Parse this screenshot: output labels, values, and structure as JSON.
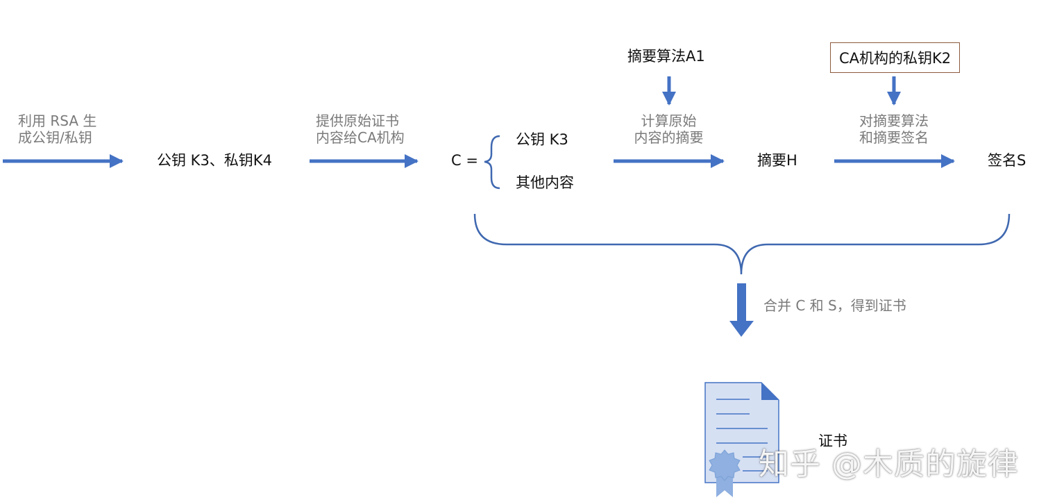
{
  "labels": {
    "gen_caption_line1": "利用 RSA 生",
    "gen_caption_line2": "成公钥/私钥",
    "keys": "公钥 K3、私钥K4",
    "provide_line1": "提供原始证书",
    "provide_line2": "内容给CA机构",
    "c_equals": "C =",
    "brace_item1": "公钥 K3",
    "brace_item2": "其他内容",
    "algo": "摘要算法A1",
    "compute_line1": "计算原始",
    "compute_line2": "内容的摘要",
    "digest": "摘要H",
    "ca_private_key": "CA机构的私钥K2",
    "sign_line1": "对摘要算法",
    "sign_line2": "和摘要签名",
    "signature": "签名S",
    "merge": "合并 C 和 S，得到证书",
    "certificate": "证书"
  },
  "watermark": "知乎 @木质的旋律",
  "colors": {
    "arrow": "#4472c4",
    "brace": "#3f68b0",
    "doc_fill": "#d6e0f3",
    "doc_stroke": "#4472c4",
    "seal": "#8fb0e0"
  }
}
